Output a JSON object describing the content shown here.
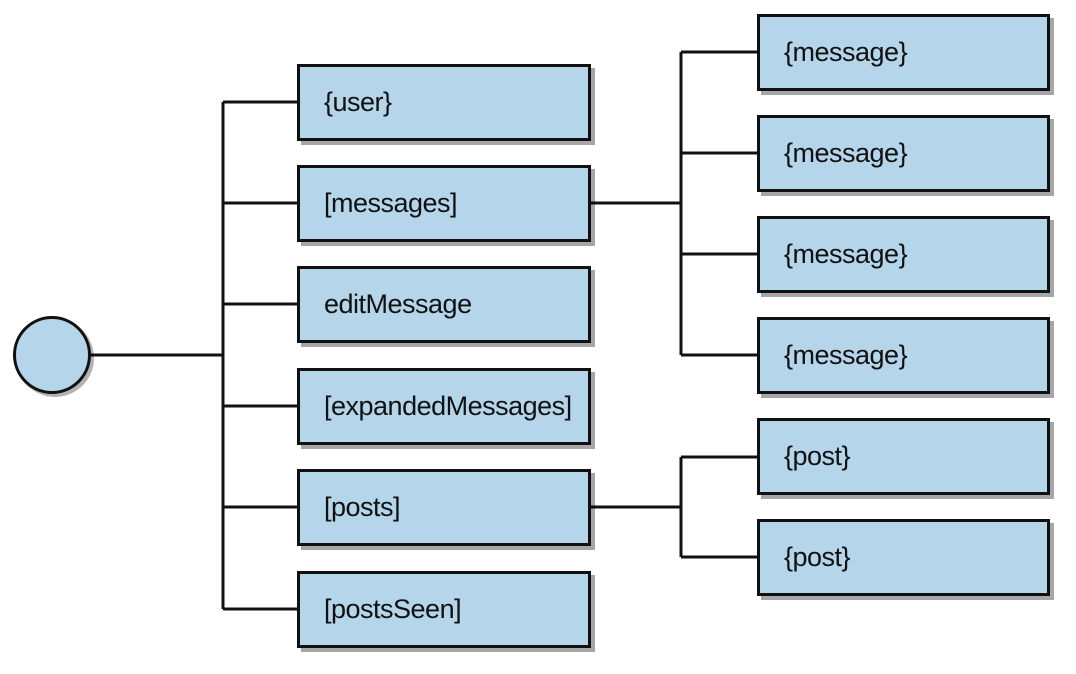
{
  "root": {
    "label": ""
  },
  "state_keys": [
    {
      "id": "user",
      "label": "{user}"
    },
    {
      "id": "messages",
      "label": "[messages]"
    },
    {
      "id": "editMessage",
      "label": "editMessage"
    },
    {
      "id": "expandedMessages",
      "label": "[expandedMessages]"
    },
    {
      "id": "posts",
      "label": "[posts]"
    },
    {
      "id": "postsSeen",
      "label": "[postsSeen]"
    }
  ],
  "messages_children": [
    {
      "label": "{message}"
    },
    {
      "label": "{message}"
    },
    {
      "label": "{message}"
    },
    {
      "label": "{message}"
    }
  ],
  "posts_children": [
    {
      "label": "{post}"
    },
    {
      "label": "{post}"
    }
  ],
  "colors": {
    "node_fill": "#b4d5ea",
    "stroke": "#111111"
  }
}
